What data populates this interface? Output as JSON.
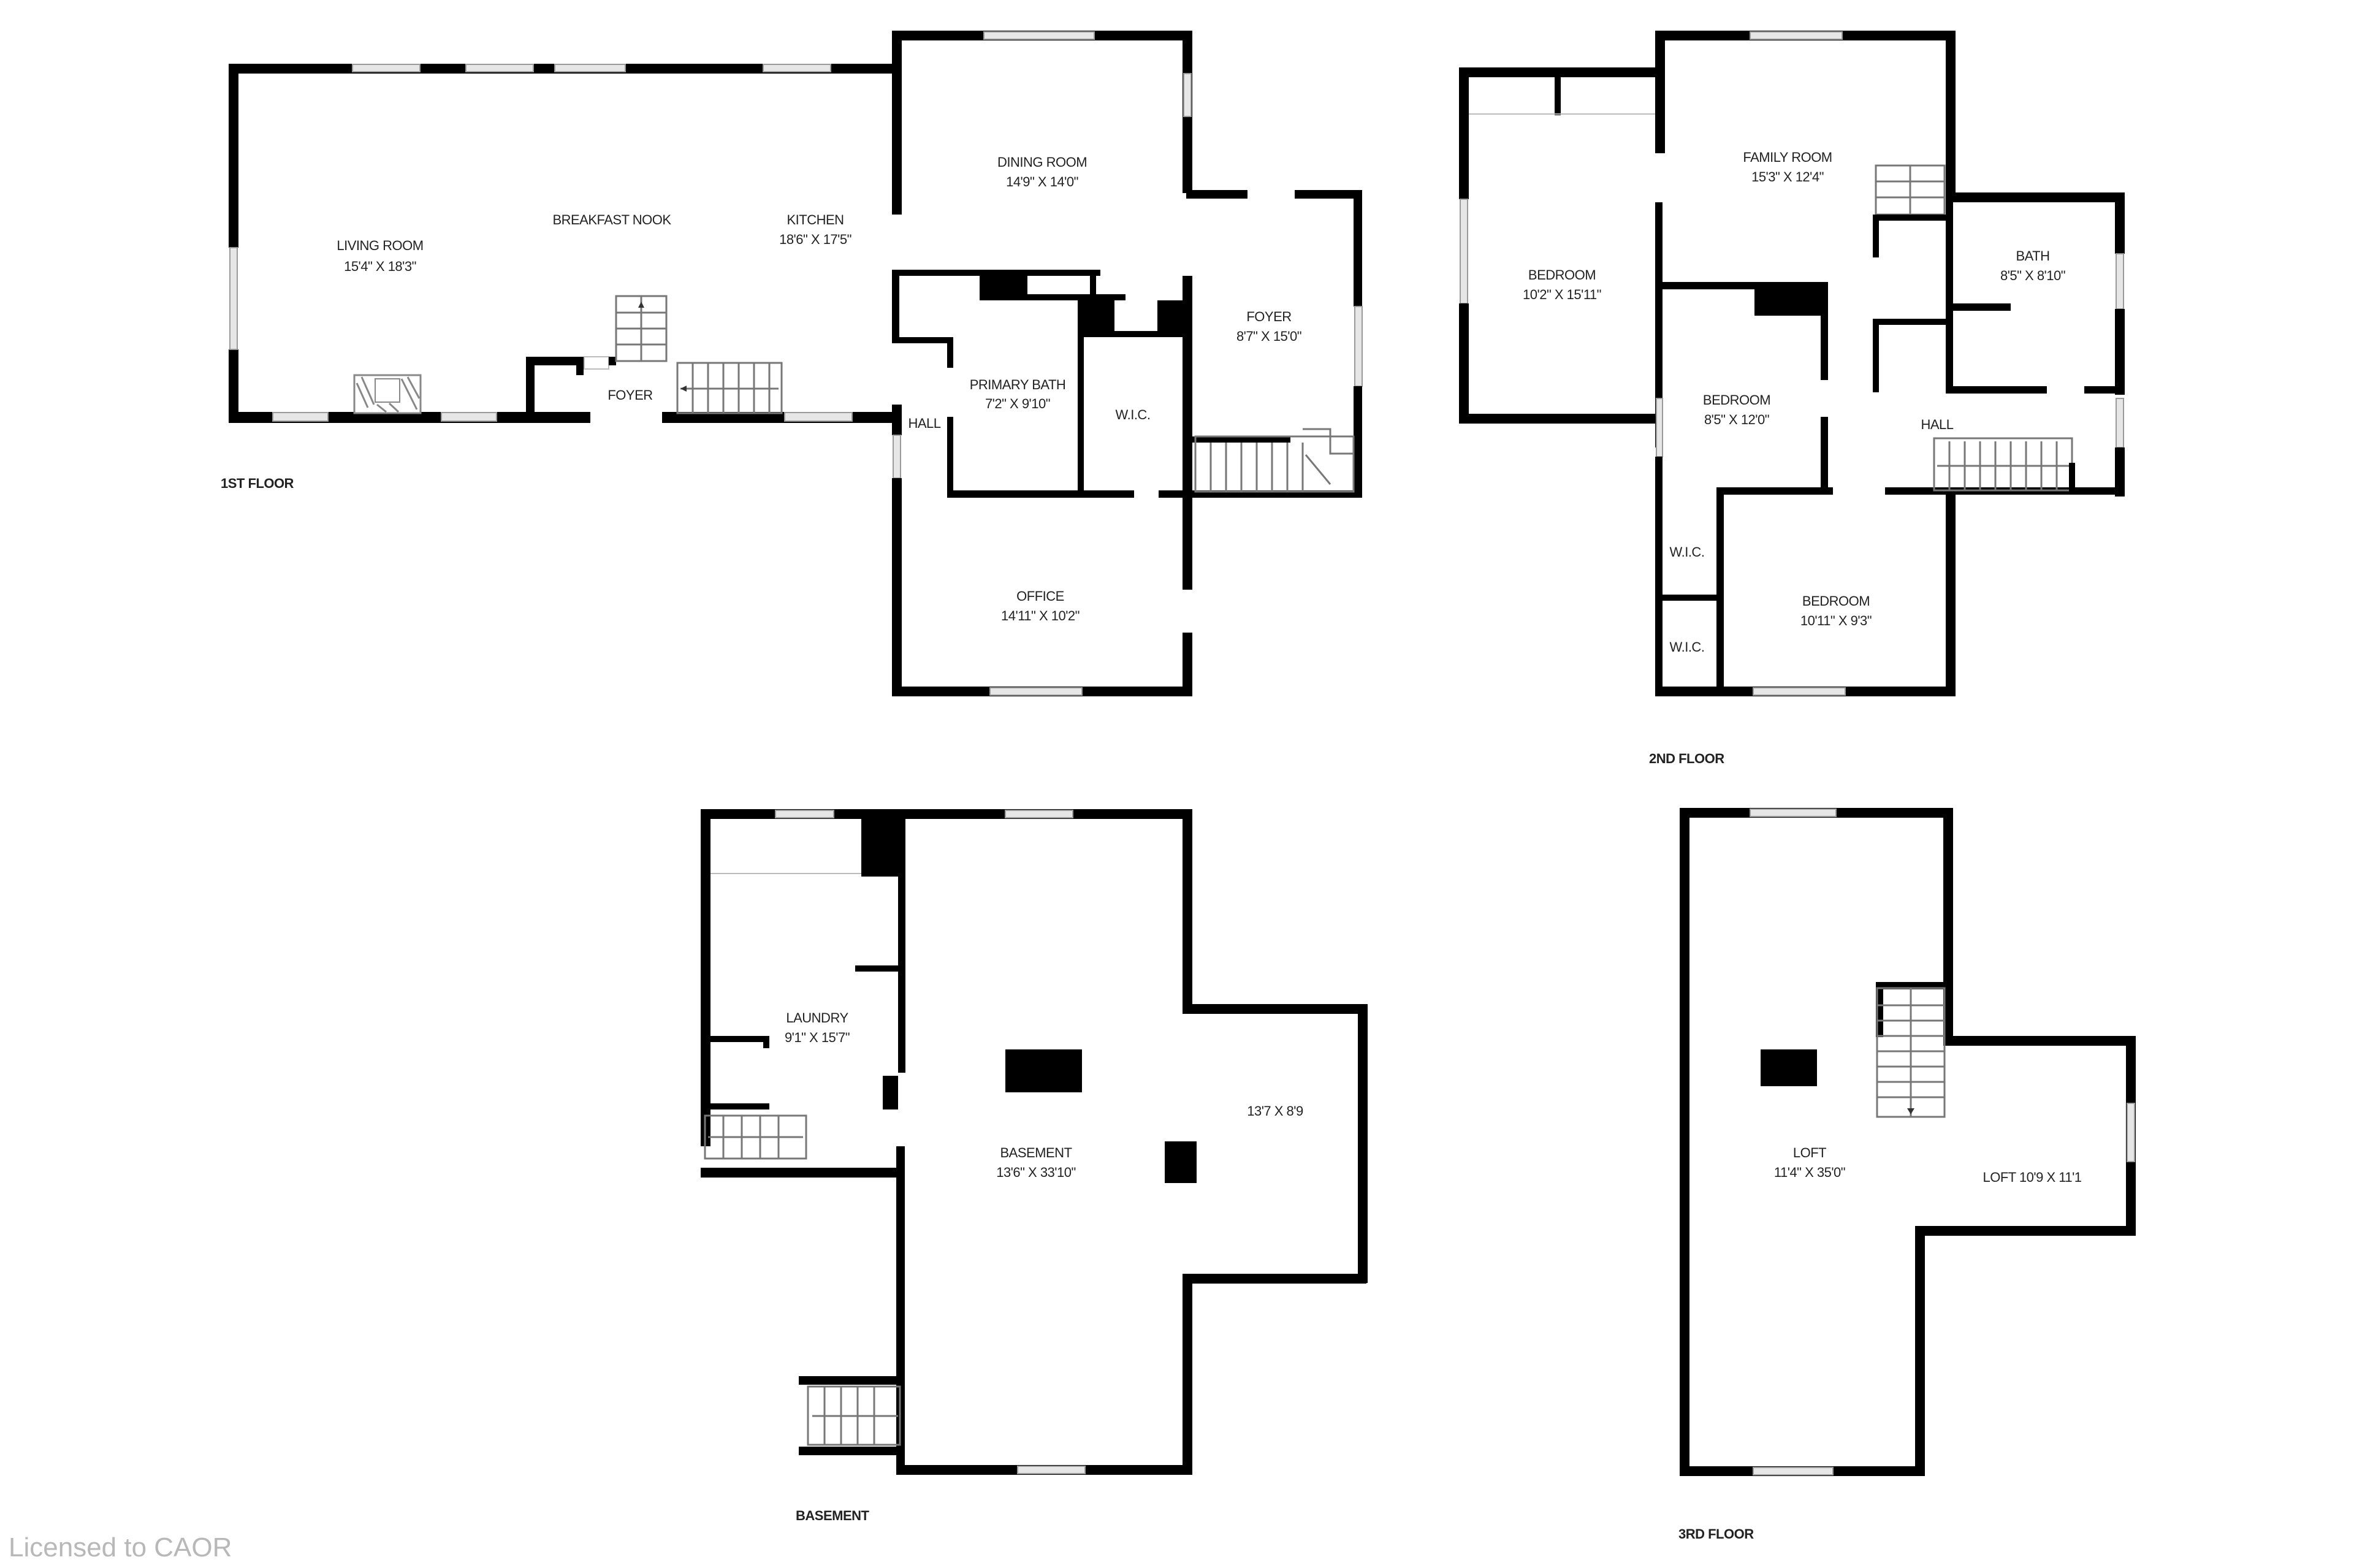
{
  "floors": {
    "first": {
      "label": "1ST FLOOR",
      "rooms": {
        "living_room": {
          "name": "LIVING ROOM",
          "dims": "15'4\" X 18'3\""
        },
        "breakfast_nook": {
          "name": "BREAKFAST NOOK"
        },
        "kitchen": {
          "name": "KITCHEN",
          "dims": "18'6\" X 17'5\""
        },
        "foyer_small": {
          "name": "FOYER"
        },
        "dining_room": {
          "name": "DINING ROOM",
          "dims": "14'9\" X 14'0\""
        },
        "primary_bath": {
          "name": "PRIMARY BATH",
          "dims": "7'2\" X 9'10\""
        },
        "hall": {
          "name": "HALL"
        },
        "wic": {
          "name": "W.I.C."
        },
        "foyer": {
          "name": "FOYER",
          "dims": "8'7\" X 15'0\""
        },
        "office": {
          "name": "OFFICE",
          "dims": "14'11\" X 10'2\""
        }
      }
    },
    "second": {
      "label": "2ND FLOOR",
      "rooms": {
        "bedroom_1": {
          "name": "BEDROOM",
          "dims": "10'2\" X 15'11\""
        },
        "family_room": {
          "name": "FAMILY ROOM",
          "dims": "15'3\" X 12'4\""
        },
        "bath": {
          "name": "BATH",
          "dims": "8'5\" X 8'10\""
        },
        "bedroom_2": {
          "name": "BEDROOM",
          "dims": "8'5\" X 12'0\""
        },
        "hall": {
          "name": "HALL"
        },
        "wic_1": {
          "name": "W.I.C."
        },
        "wic_2": {
          "name": "W.I.C."
        },
        "bedroom_3": {
          "name": "BEDROOM",
          "dims": "10'11\" X 9'3\""
        }
      }
    },
    "basement": {
      "label": "BASEMENT",
      "rooms": {
        "laundry": {
          "name": "LAUNDRY",
          "dims": "9'1\" X 15'7\""
        },
        "basement": {
          "name": "BASEMENT",
          "dims": "13'6\" X 33'10\""
        },
        "side_area": {
          "dims": "13'7 X 8'9"
        }
      }
    },
    "third": {
      "label": "3RD FLOOR",
      "rooms": {
        "loft": {
          "name": "LOFT",
          "dims": "11'4\" X 35'0\""
        },
        "loft_2": {
          "name": "LOFT 10'9 X 11'1"
        }
      }
    }
  },
  "watermark": "Licensed to CAOR",
  "colors": {
    "wall": "#000000",
    "window": "#e6e6e6",
    "background": "#ffffff",
    "watermark": "#b8b8b8"
  }
}
